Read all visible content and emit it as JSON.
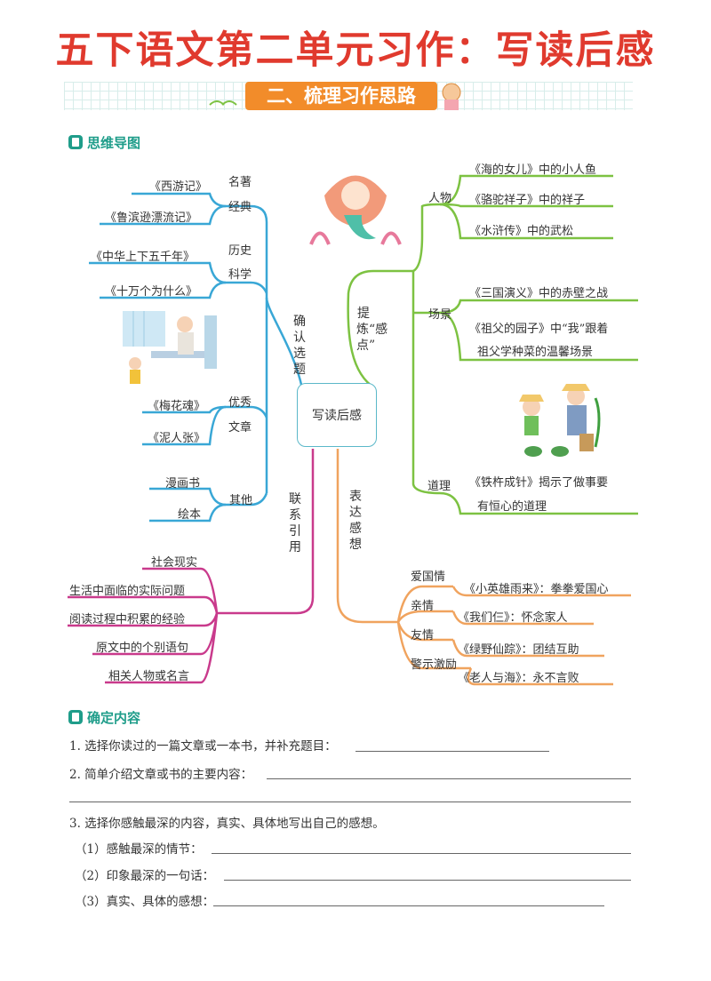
{
  "title": "五下语文第二单元习作：写读后感",
  "banner": "二、梳理习作思路",
  "mindmap": {
    "heading": "思维导图",
    "center": "写读后感",
    "branches": {
      "confirm": {
        "label": "确认选题",
        "groups": {
          "classics": {
            "label_line1": "名著",
            "label_line2": "经典",
            "items": [
              "《西游记》",
              "《鲁滨逊漂流记》"
            ]
          },
          "history": {
            "label_line1": "历史",
            "label_line2": "科学",
            "items": [
              "《中华上下五千年》",
              "《十万个为什么》"
            ]
          },
          "excellent": {
            "label_line1": "优秀",
            "label_line2": "文章",
            "items": [
              "《梅花魂》",
              "《泥人张》"
            ]
          },
          "other": {
            "label": "其他",
            "items": [
              "漫画书",
              "绘本"
            ]
          }
        }
      },
      "cite": {
        "label": "联系引用",
        "items": [
          "社会现实",
          "生活中面临的实际问题",
          "阅读过程中积累的经验",
          "原文中的个别语句",
          "相关人物或名言"
        ]
      },
      "refine": {
        "label": "提炼“感点”",
        "groups": {
          "character": {
            "label": "人物",
            "items": [
              "《海的女儿》中的小人鱼",
              "《骆驼祥子》中的祥子",
              "《水浒传》中的武松"
            ]
          },
          "scene": {
            "label": "场景",
            "items": [
              "《三国演义》中的赤壁之战",
              "《祖父的园子》中“我”跟着",
              "祖父学种菜的温馨场景"
            ]
          },
          "reason": {
            "label": "道理",
            "items": [
              "《铁杵成针》揭示了做事要",
              "有恒心的道理"
            ]
          }
        }
      },
      "express": {
        "label": "表达感想",
        "groups": [
          {
            "label": "爱国情",
            "item": "《小英雄雨来》：拳拳爱国心"
          },
          {
            "label": "亲情",
            "item": "《我们仨》：怀念家人"
          },
          {
            "label": "友情",
            "item": "《绿野仙踪》：团结互助"
          },
          {
            "label": "警示激励",
            "item": "《老人与海》：永不言败"
          }
        ]
      }
    }
  },
  "content": {
    "heading": "确定内容",
    "q1": "1. 选择你读过的一篇文章或一本书，并补充题目：",
    "q2": "2. 简单介绍文章或书的主要内容：",
    "q3": "3. 选择你感触最深的内容，真实、具体地写出自己的感想。",
    "q3a": "（1）感触最深的情节：",
    "q3b": "（2）印象最深的一句话：",
    "q3c": "（3）真实、具体的感想："
  },
  "colors": {
    "title": "#e03a2e",
    "banner": "#f28c2a",
    "blue": "#39a7d6",
    "green": "#7dc242",
    "magenta": "#c93a8c",
    "orange": "#f0a35e",
    "teal": "#1f9d8a"
  }
}
